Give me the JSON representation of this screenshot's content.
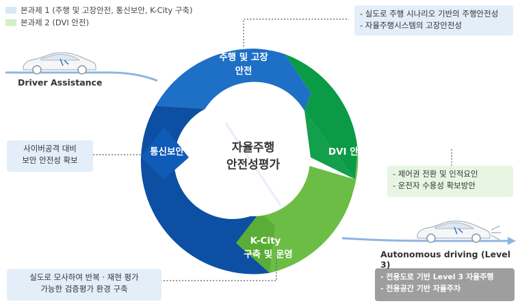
{
  "legend": [
    {
      "label": "본과제 1 (주행 및 고장안전, 통신보안, K-City 구축)",
      "color": "#d9e8f7"
    },
    {
      "label": "본과제 2 (DVI 안전)",
      "color": "#d6efc8"
    }
  ],
  "center": {
    "line1": "자율주행",
    "line2": "안전성평가"
  },
  "segments": {
    "driving_fault": {
      "line1": "주행 및 고장",
      "line2": "안전",
      "color": "#1e6fc6"
    },
    "dvi": {
      "line1": "DVI 안전",
      "color": "#0b9a46"
    },
    "kcity": {
      "line1": "K-City",
      "line2": "구축 및 운영",
      "color": "#6cbd45"
    },
    "comm_security": {
      "line1": "통신보안",
      "color": "#0d4fa3"
    }
  },
  "boxes": {
    "top_right": [
      "- 실도로 주행 시나리오 기반의 주행안전성",
      "- 자율주행시스템의 고장안전성"
    ],
    "right_middle": [
      "- 제어권 전환 및 인적요인",
      "- 운전자 수용성 확보방안"
    ],
    "left_middle": [
      "사이버공격 대비",
      "보안 안전성 확보"
    ],
    "bottom_left": [
      "실도로 모사하여 반복 · 재현 평가",
      "가능한 검증평가 환경 구축"
    ],
    "bottom_right": [
      "- 전용도로 기반 Level 3 자율주행",
      "- 전용공간 기반 자율주차"
    ]
  },
  "labels": {
    "driver_assistance": "Driver Assistance",
    "autonomous_driving": "Autonomous driving (Level 3)"
  },
  "colors": {
    "arrow": "#8fb4e0",
    "dotted": "#555555"
  }
}
